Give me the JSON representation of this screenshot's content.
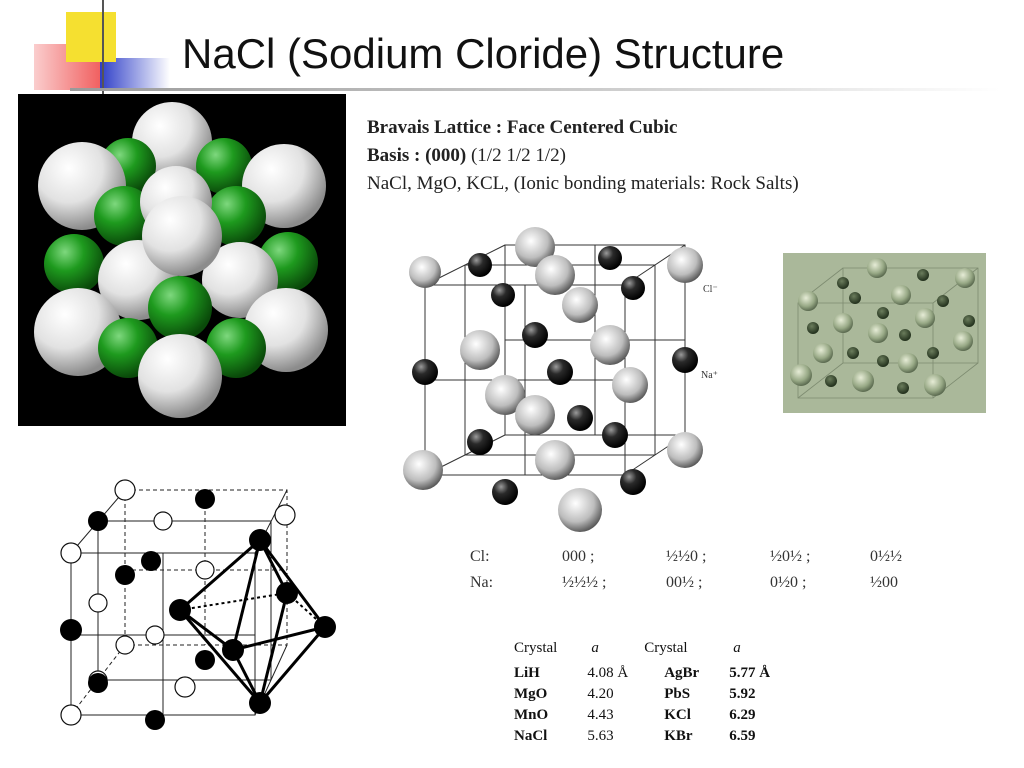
{
  "title": "NaCl (Sodium Cloride) Structure",
  "colors": {
    "deco_yellow": "#f5e030",
    "deco_red": "#f05a5a",
    "deco_blue": "#2f3fc8",
    "chlorine_sphere": "#ebebeb",
    "sodium_sphere": "#2e8b2e",
    "photo_background": "#a9b799"
  },
  "properties": {
    "line1": "Bravais Lattice : Face Centered Cubic",
    "line2_bold": "Basis : (000)",
    "line2_rest": "(1/2 1/2 1/2)",
    "line3": "NaCl, MgO, KCL, (Ionic bonding materials: Rock Salts)"
  },
  "lattice_labels": {
    "cl": "Cl⁻",
    "na": "Na⁺"
  },
  "coordinates": {
    "rows": [
      {
        "label": "Cl:",
        "c1": "000  ;",
        "c2": "½½0  ;",
        "c3": "½0½  ;",
        "c4": "0½½"
      },
      {
        "label": "Na:",
        "c1": "½½½  ;",
        "c2": "00½  ;",
        "c3": "0½0  ;",
        "c4": "½00"
      }
    ]
  },
  "crystal_table": {
    "headers": [
      "Crystal",
      "a",
      "Crystal",
      "a"
    ],
    "rows": [
      [
        "LiH",
        "4.08 Å",
        "AgBr",
        "5.77 Å"
      ],
      [
        "MgO",
        "4.20",
        "PbS",
        "5.92"
      ],
      [
        "MnO",
        "4.43",
        "KCl",
        "6.29"
      ],
      [
        "NaCl",
        "5.63",
        "KBr",
        "6.59"
      ]
    ]
  }
}
